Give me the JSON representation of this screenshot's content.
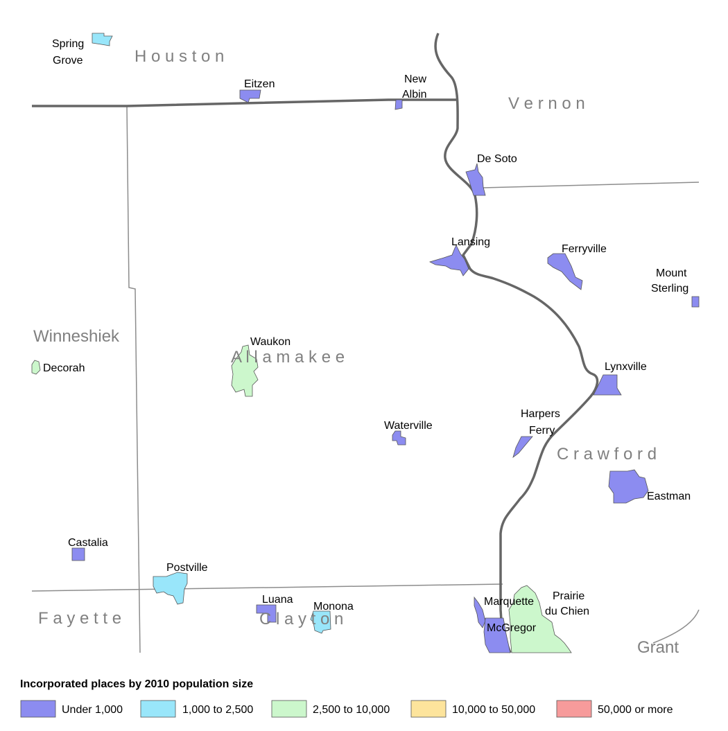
{
  "counties": [
    {
      "name": "Houston",
      "text": "H o u s t o n"
    },
    {
      "name": "Vernon",
      "text": "V e r n o n"
    },
    {
      "name": "Winneshiek",
      "text": "Winneshiek"
    },
    {
      "name": "Allamakee",
      "text": "A l l a m a k e e"
    },
    {
      "name": "Crawford",
      "text": "C r a w f o r d"
    },
    {
      "name": "Fayette",
      "text": "F a y e t t e"
    },
    {
      "name": "Clayton",
      "text": "C l a y t o n"
    },
    {
      "name": "Grant",
      "text": "Grant"
    }
  ],
  "places": [
    {
      "lines": [
        "Spring",
        "Grove"
      ],
      "category": "1,000 to 2,500"
    },
    {
      "lines": [
        "Eitzen"
      ],
      "category": "Under 1,000"
    },
    {
      "lines": [
        "New",
        "Albin"
      ],
      "category": "Under 1,000"
    },
    {
      "lines": [
        "De Soto"
      ],
      "category": "Under 1,000"
    },
    {
      "lines": [
        "Lansing"
      ],
      "category": "Under 1,000"
    },
    {
      "lines": [
        "Ferryville"
      ],
      "category": "Under 1,000"
    },
    {
      "lines": [
        "Mount",
        "Sterling"
      ],
      "category": "Under 1,000"
    },
    {
      "lines": [
        "Waukon"
      ],
      "category": "2,500 to 10,000"
    },
    {
      "lines": [
        "Decorah"
      ],
      "category": "2,500 to 10,000"
    },
    {
      "lines": [
        "Lynxville"
      ],
      "category": "Under 1,000"
    },
    {
      "lines": [
        "Waterville"
      ],
      "category": "Under 1,000"
    },
    {
      "lines": [
        "Harpers",
        "Ferry"
      ],
      "category": "Under 1,000"
    },
    {
      "lines": [
        "Eastman"
      ],
      "category": "Under 1,000"
    },
    {
      "lines": [
        "Castalia"
      ],
      "category": "Under 1,000"
    },
    {
      "lines": [
        "Postville"
      ],
      "category": "1,000 to 2,500"
    },
    {
      "lines": [
        "Luana"
      ],
      "category": "Under 1,000"
    },
    {
      "lines": [
        "Monona"
      ],
      "category": "1,000 to 2,500"
    },
    {
      "lines": [
        "Marquette"
      ],
      "category": "Under 1,000"
    },
    {
      "lines": [
        "Prairie",
        "du Chien"
      ],
      "category": "2,500 to 10,000"
    },
    {
      "lines": [
        "McGregor"
      ],
      "category": "Under 1,000"
    }
  ],
  "legend": {
    "title": "Incorporated places by 2010 population size",
    "items": [
      {
        "label": "Under 1,000",
        "color": "#8c8cf0"
      },
      {
        "label": "1,000 to 2,500",
        "color": "#99e6fa"
      },
      {
        "label": "2,500 to 10,000",
        "color": "#ccf7cc"
      },
      {
        "label": "10,000 to 50,000",
        "color": "#fde49c"
      },
      {
        "label": "50,000 or more",
        "color": "#f79b9b"
      }
    ]
  },
  "colors": {
    "county_label": "#808080",
    "state_boundary": "#666666",
    "county_boundary": "#8c8c8c",
    "place_outline": "#555555"
  }
}
